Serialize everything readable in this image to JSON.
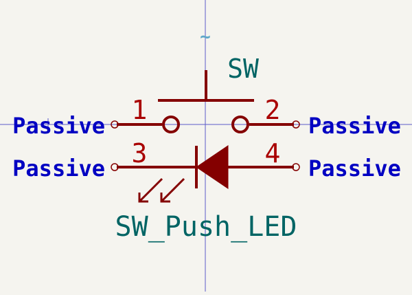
{
  "colors": {
    "background": "#f5f4ef",
    "body": "#840000",
    "pin": "#840000",
    "pin_number": "#a90000",
    "pin_type": "#0000c2",
    "reference": "#006464",
    "value": "#006464",
    "crosshair": "#5a5ac8",
    "pin_end": "#840000"
  },
  "symbol": {
    "reference": "SW",
    "value": "SW_Push_LED",
    "hidden_field": "~"
  },
  "pins": [
    {
      "number": "1",
      "type": "Passive"
    },
    {
      "number": "2",
      "type": "Passive"
    },
    {
      "number": "3",
      "type": "Passive"
    },
    {
      "number": "4",
      "type": "Passive"
    }
  ]
}
